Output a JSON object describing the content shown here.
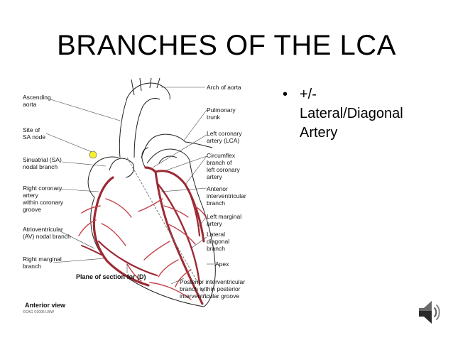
{
  "slide": {
    "title": "BRANCHES OF THE LCA"
  },
  "bullets": [
    {
      "text": "+/-\nLateral/Diagonal\nArtery"
    }
  ],
  "figure": {
    "labels": {
      "arch_of_aorta": "Arch of aorta",
      "ascending_aorta": "Ascending\naorta",
      "pulmonary_trunk": "Pulmonary\ntrunk",
      "site_sa_node": "Site of\nSA node",
      "lca": "Left coronary\nartery (LCA)",
      "circumflex": "Circumflex\nbranch of\nleft coronary\nartery",
      "sa_nodal_branch": "Sinuatrial (SA)\nnodal branch",
      "rca": "Right coronary\nartery\nwithin coronary\ngroove",
      "anterior_interventricular": "Anterior\ninterventricular\nbranch",
      "left_marginal": "Left marginal\nartery",
      "av_nodal_branch": "Atrioventricular\n(AV) nodal branch",
      "lateral_diagonal": "Lateral\ndiagonal\nbranch",
      "right_marginal": "Right marginal\nbranch",
      "apex": "Apex",
      "plane_of_section": "Plane of section for (D)",
      "posterior_interventricular": "Posterior interventricular\nbranch within posterior\ninterventricular groove",
      "anterior_view": "Anterior view",
      "copyright": "©CAG ©2005 LWW"
    }
  },
  "icons": {
    "speaker": "speaker-icon"
  },
  "colors": {
    "artery": "#c4414a",
    "artery_dark": "#9c2a34",
    "sa_node": "#f5f032"
  }
}
